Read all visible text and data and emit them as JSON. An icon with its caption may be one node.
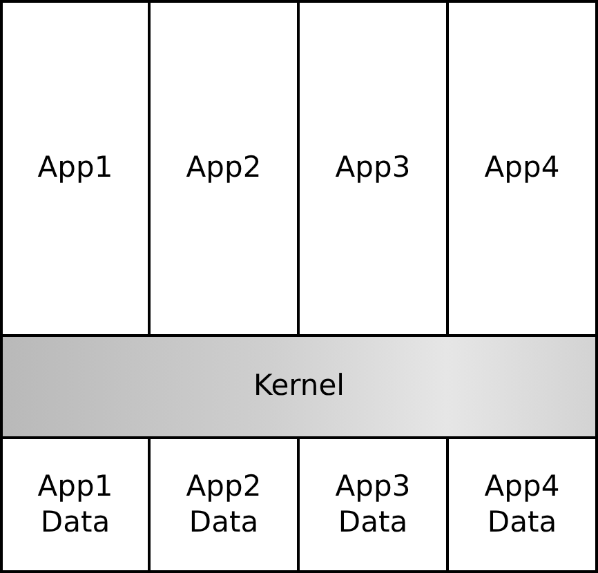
{
  "diagram": {
    "nodes": [
      {
        "text": [
          "App1"
        ]
      },
      {
        "text": [
          "App2"
        ]
      },
      {
        "text": [
          "App3"
        ]
      },
      {
        "text": [
          "App4"
        ]
      },
      {
        "text": [
          "Kernel"
        ]
      },
      {
        "text": [
          "App1 Data"
        ]
      },
      {
        "text": [
          "App2 Data"
        ]
      },
      {
        "text": [
          "App3 Data"
        ]
      },
      {
        "text": [
          "App4 Data"
        ]
      }
    ]
  }
}
